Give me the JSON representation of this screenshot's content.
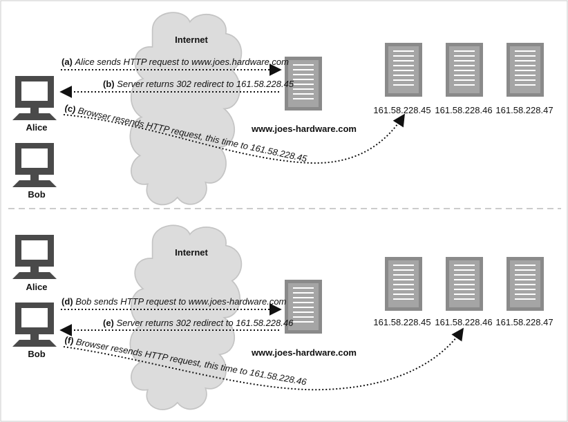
{
  "panels": [
    {
      "cloud_label": "Internet",
      "clients": [
        {
          "name": "Alice"
        },
        {
          "name": "Bob"
        }
      ],
      "server_label": "www.joes-hardware.com",
      "steps": [
        {
          "tag": "(a)",
          "text": "Alice sends HTTP request to www.joes.hardware.com"
        },
        {
          "tag": "(b)",
          "text": "Server returns 302 redirect to 161.58.228.45"
        },
        {
          "tag": "(c)",
          "text": "Browser resends HTTP request, this time to 161.58.228.45"
        }
      ],
      "mirror_ips": [
        "161.58.228.45",
        "161.58.228.46",
        "161.58.228.47"
      ]
    },
    {
      "cloud_label": "Internet",
      "clients": [
        {
          "name": "Alice"
        },
        {
          "name": "Bob"
        }
      ],
      "server_label": "www.joes-hardware.com",
      "steps": [
        {
          "tag": "(d)",
          "text": "Bob sends HTTP request to www.joes-hardware.com"
        },
        {
          "tag": "(e)",
          "text": "Server returns 302 redirect to 161.58.228.46"
        },
        {
          "tag": "(f)",
          "text": "Browser resends HTTP request, this time to 161.58.228.46"
        }
      ],
      "mirror_ips": [
        "161.58.228.45",
        "161.58.228.46",
        "161.58.228.47"
      ]
    }
  ]
}
